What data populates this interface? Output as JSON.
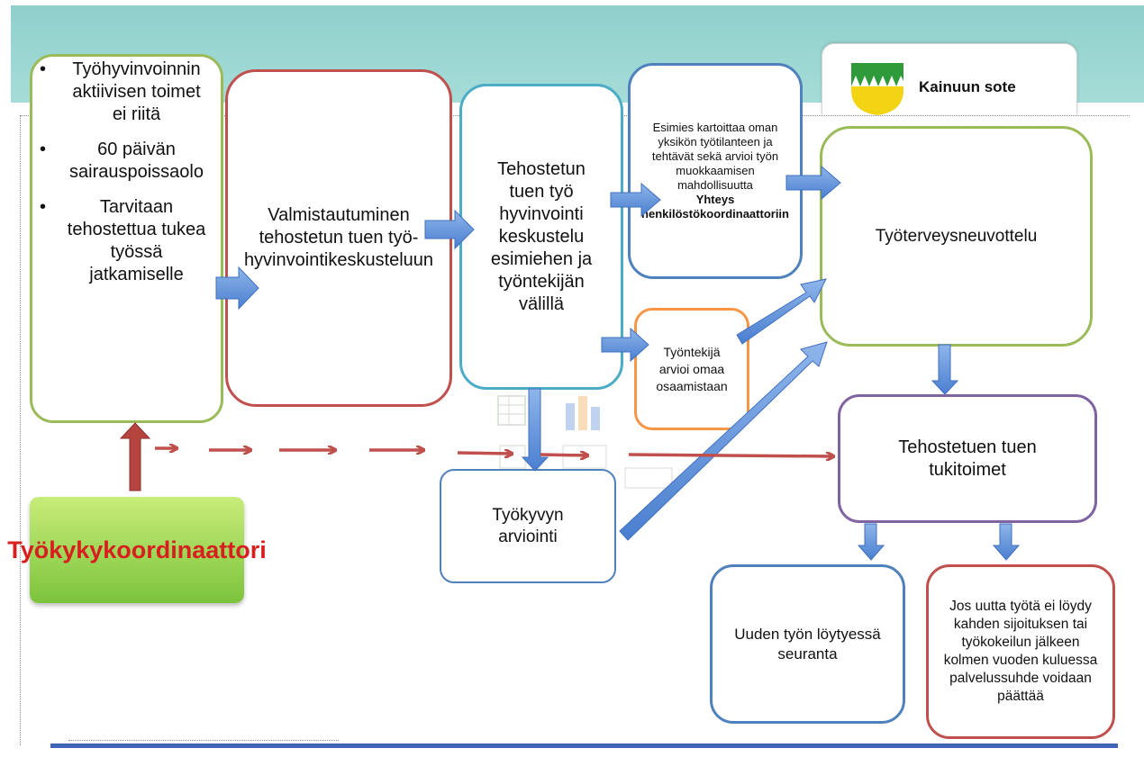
{
  "header": {
    "org_name": "Kainuun sote"
  },
  "criteria": {
    "items": [
      "Työhyvinvoinnin aktiivisen toimet ei riitä",
      "60 päivän sairauspoissaolo",
      "Tarvitaan tehostettua tukea työssä jatkamiselle"
    ]
  },
  "nodes": {
    "preparation": "Valmistautuminen tehostetun tuen työ-hyvinvointikeskusteluun",
    "discussion": "Tehostetun tuen työ hyvinvointi keskustelu esimiehen ja työntekijän välillä",
    "supervisor": "Esimies kartoittaa oman yksikön työtilanteen ja tehtävät sekä arvioi työn muokkaamisen mahdollisuutta",
    "supervisor_bold": "Yhteys henkilöstökoordinaattoriin",
    "employee": "Työntekijä arvioi omaa osaamistaan",
    "occupational_health": "Työterveysneuvottelu",
    "work_ability": "Työkyvyn arviointi",
    "support_measures": "Tehostetuen tuen tukitoimet",
    "follow_up": "Uuden työn löytyessä seuranta",
    "termination": "Jos uutta työtä ei löydy kahden sijoituksen tai työkokeilun jälkeen kolmen vuoden kuluessa palvelussuhde voidaan päättää",
    "coordinator": "Työkykykoordinaattori"
  },
  "colors": {
    "band": "#a6dcd8",
    "green_border": "#9bbb59",
    "red_border": "#c0504d",
    "teal_border": "#4bacc6",
    "blue_border": "#4f81bd",
    "orange_border": "#f79646",
    "purple_border": "#8064a2",
    "arrow_blue": "#5b8fd9",
    "arrow_red": "#c0504d",
    "coordinator_text": "#d81f1f"
  }
}
